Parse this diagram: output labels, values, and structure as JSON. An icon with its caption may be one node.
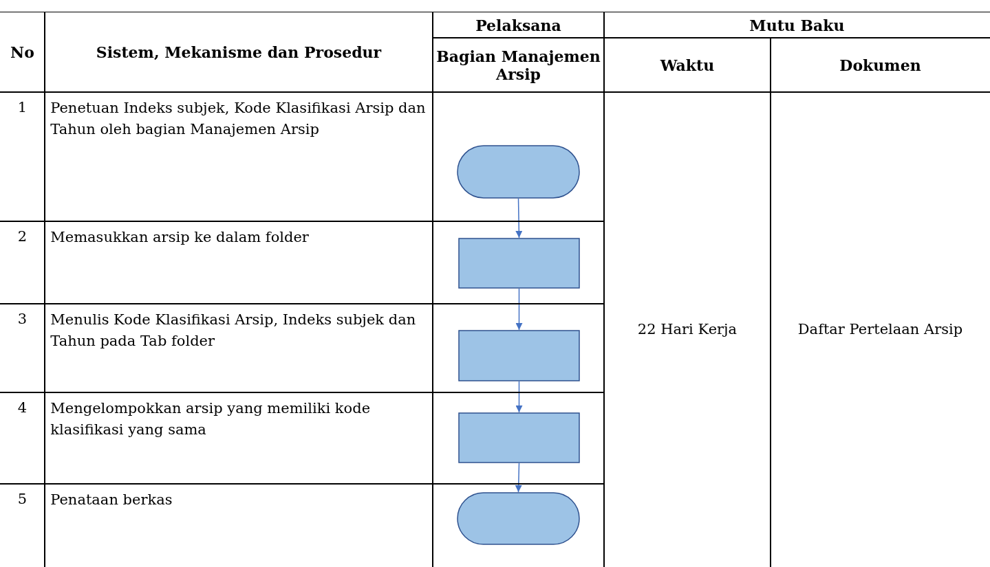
{
  "diagram": {
    "nodes": [
      {
        "text": [],
        "shape": "terminator"
      },
      {
        "text": [],
        "shape": "box"
      },
      {
        "text": [],
        "shape": "box"
      },
      {
        "text": [],
        "shape": "box"
      },
      {
        "text": [],
        "shape": "terminator"
      }
    ],
    "edges": [
      {
        "from": 0,
        "to": 1,
        "arrow": "to"
      },
      {
        "from": 1,
        "to": 2,
        "arrow": "to"
      },
      {
        "from": 2,
        "to": 3,
        "arrow": "to"
      },
      {
        "from": 3,
        "to": 4,
        "arrow": "to"
      }
    ],
    "labels": [
      "No",
      "Sistem, Mekanisme dan Prosedur",
      "Pelaksana",
      "Mutu Baku",
      "Bagian Manajemen Arsip",
      "Waktu",
      "Dokumen",
      "1",
      "Penetuan Indeks subjek, Kode Klasifikasi Arsip dan Tahun oleh bagian Manajemen Arsip",
      "22 Hari Kerja",
      "Daftar Pertelaan Arsip",
      "2",
      "Memasukkan arsip ke dalam folder",
      "3",
      "Menulis Kode Klasifikasi Arsip, Indeks subjek dan Tahun pada Tab folder",
      "4",
      "Mengelompokkan arsip yang memiliki kode klasifikasi yang sama",
      "5",
      "Penataan berkas"
    ]
  }
}
